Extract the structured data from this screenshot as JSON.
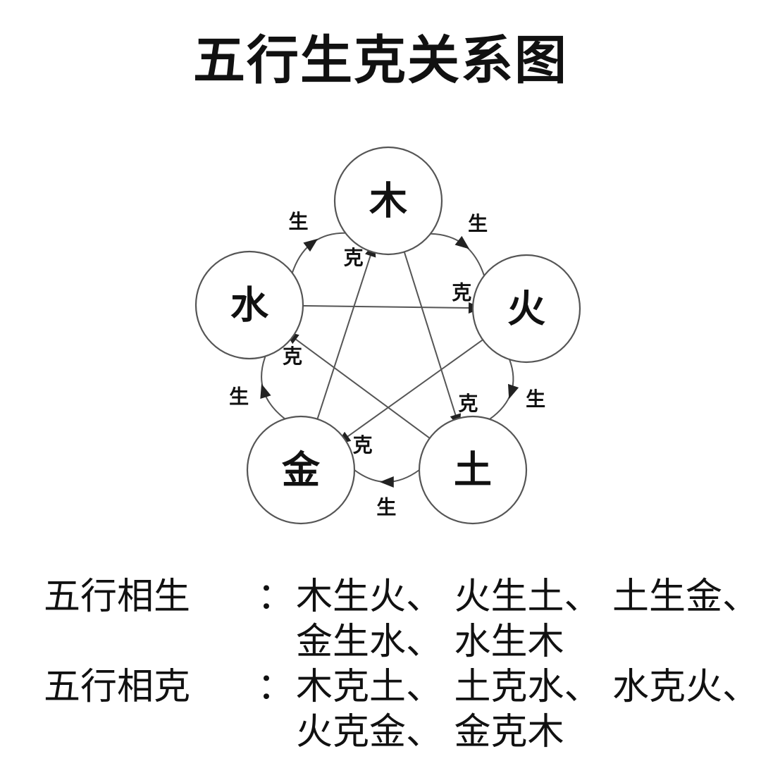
{
  "title": "五行生克关系图",
  "nodes": {
    "wood": "木",
    "fire": "火",
    "earth": "土",
    "metal": "金",
    "water": "水"
  },
  "edge_labels": {
    "generate": "生",
    "control": "克"
  },
  "relations": {
    "generating": [
      {
        "from": "wood",
        "to": "fire"
      },
      {
        "from": "fire",
        "to": "earth"
      },
      {
        "from": "earth",
        "to": "metal"
      },
      {
        "from": "metal",
        "to": "water"
      },
      {
        "from": "water",
        "to": "wood"
      }
    ],
    "controlling": [
      {
        "from": "wood",
        "to": "earth"
      },
      {
        "from": "earth",
        "to": "water"
      },
      {
        "from": "water",
        "to": "fire"
      },
      {
        "from": "fire",
        "to": "metal"
      },
      {
        "from": "metal",
        "to": "wood"
      }
    ]
  },
  "text": {
    "generating_label": "五行相生",
    "generating_line1": "木生火、 火生土、 土生金、",
    "generating_line2": "金生水、 水生木",
    "controlling_label": "五行相克",
    "controlling_line1": "木克土、 土克水、 水克火、",
    "controlling_line2": "火克金、 金克木",
    "colon": "："
  }
}
